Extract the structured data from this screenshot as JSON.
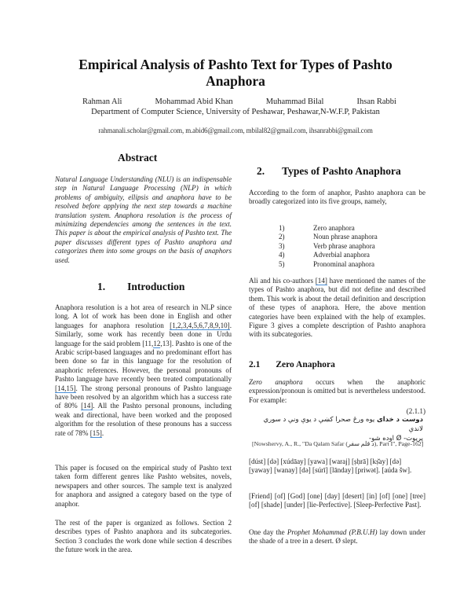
{
  "paper": {
    "title_line1": "Empirical Analysis of Pashto Text for Types of Pashto",
    "title_line2": "Anaphora",
    "authors": [
      "Rahman Ali",
      "Mohammad Abid Khan",
      "Muhammad Bilal",
      "Ihsan Rabbi"
    ],
    "affiliation": "Department of Computer Science, University of Peshawar, Peshawar,N-W.F.P, Pakistan",
    "emails": "rahmanali.scholar@gmail.com, m.abid6@gmail.com, mbilal82@gmail.com, ihsanrabbi@gmail.com"
  },
  "abstract": {
    "heading": "Abstract",
    "text": "Natural Language Understanding (NLU) is an indispensable step in Natural Language Processing (NLP) in which problems of ambiguity, ellipsis and anaphora have to be resolved before applying the next step towards a machine translation system. Anaphora resolution is the process of minimizing dependencies among the sentences in the text. This paper is about the empirical analysis of Pashto text. The paper discusses different types of Pashto anaphora and categorizes them into some groups on the basis of anaphors used."
  },
  "intro": {
    "num": "1.",
    "heading": "Introduction",
    "p1_a": "Anaphora resolution is a hot area of research in NLP since long. A lot of work has been done in English and other languages for anaphora resolution ",
    "p1_ref1": "[1,2,3,4,5,6,7,8,9,10]",
    "p1_b": ". Similarly, some work has recently been done in Urdu language for the said problem [11,",
    "p1_ref2": "12",
    "p1_c": ",13]. Pashto is one of the Arabic script-based languages and no predominant effort has been done so far in this language for the resolution of anaphoric references. However, the personal pronouns of Pashto language have recently been treated computationally ",
    "p1_ref3": "[14,15]",
    "p1_d": ". The strong personal pronouns of Pashto language have been resolved by an algorithm which has a success rate of 80% ",
    "p1_ref4": "[14]",
    "p1_e": ". All the Pashto personal pronouns, including weak and directional, have been worked and the proposed algorithm for the resolution of these pronouns has a success rate of 78% ",
    "p1_ref5": "[15]",
    "p1_f": ".",
    "p2": "This paper is focused on the empirical study of Pashto text taken form different genres like Pashto websites, novels, newspapers and other sources. The sample text is analyzed for anaphora and assigned a category based on the type of anaphor.",
    "p3": "The rest of the paper is organized as follows. Section 2 describes types of Pashto anaphora and its subcategories. Section 3 concludes the work done while section 4 describes the future work in the area."
  },
  "section2": {
    "num": "2.",
    "heading": "Types of Pashto Anaphora",
    "intro": "According to the form of anaphor, Pashto anaphora can be broadly categorized into its five groups, namely,",
    "list": [
      {
        "num": "1)",
        "label": "Zero anaphora"
      },
      {
        "num": "2)",
        "label": "Noun phrase anaphora"
      },
      {
        "num": "3)",
        "label": "Verb phrase anaphora"
      },
      {
        "num": "4)",
        "label": "Adverbial anaphora"
      },
      {
        "num": "5)",
        "label": "Pronominal anaphora"
      }
    ],
    "p2_a": "Ali and his co-authors ",
    "p2_ref": "[14]",
    "p2_b": " have mentioned the names of the types of Pashto anaphora, but did not define and described them. This work is about the detail definition and description of these types of anaphora. Here, the above mention categories have been explained with the help of examples. Figure 3 gives a complete description of Pashto anaphora with its subcategories."
  },
  "section21": {
    "num": "2.1",
    "heading": "Zero Anaphora",
    "def_italic": "Zero anaphora",
    "def_rest": " occurs when the anaphoric expression/pronoun is omitted but is nevertheless understood. For example:",
    "example_num": "(2.1.1)",
    "pashto_line1_bold": "دوست د خدای",
    "pashto_line1": " یوه ورځ صحرا کښې د یوې ونې د سوري لاندې",
    "pashto_line2": "پریوت-  Ø  اوده شو-",
    "citation": "[Nowshervy, A., R., \"Da Qalam Safar (د قلم سفر), Part I\", Page-162]",
    "translit": "[dúst] [də] [xúdāay] [yawa] [waraj] [ṣḥrā] [kṣ̌ay] [də] [yaway] [wanay] [də] [súrī] [lānday] [priwət]. [aúda šw].",
    "gloss": "[Friend] [of] [God] [one] [day] [desert] [in] [of] [one] [tree] [of] [shade] [under] [lie-Perfective]. [Sleep-Perfective Past].",
    "trans_a": "One day the ",
    "trans_it": "Prophet Mohammad (P.B.U.H)",
    "trans_b": " lay down under the shade of a tree in a desert. Ø slept."
  }
}
